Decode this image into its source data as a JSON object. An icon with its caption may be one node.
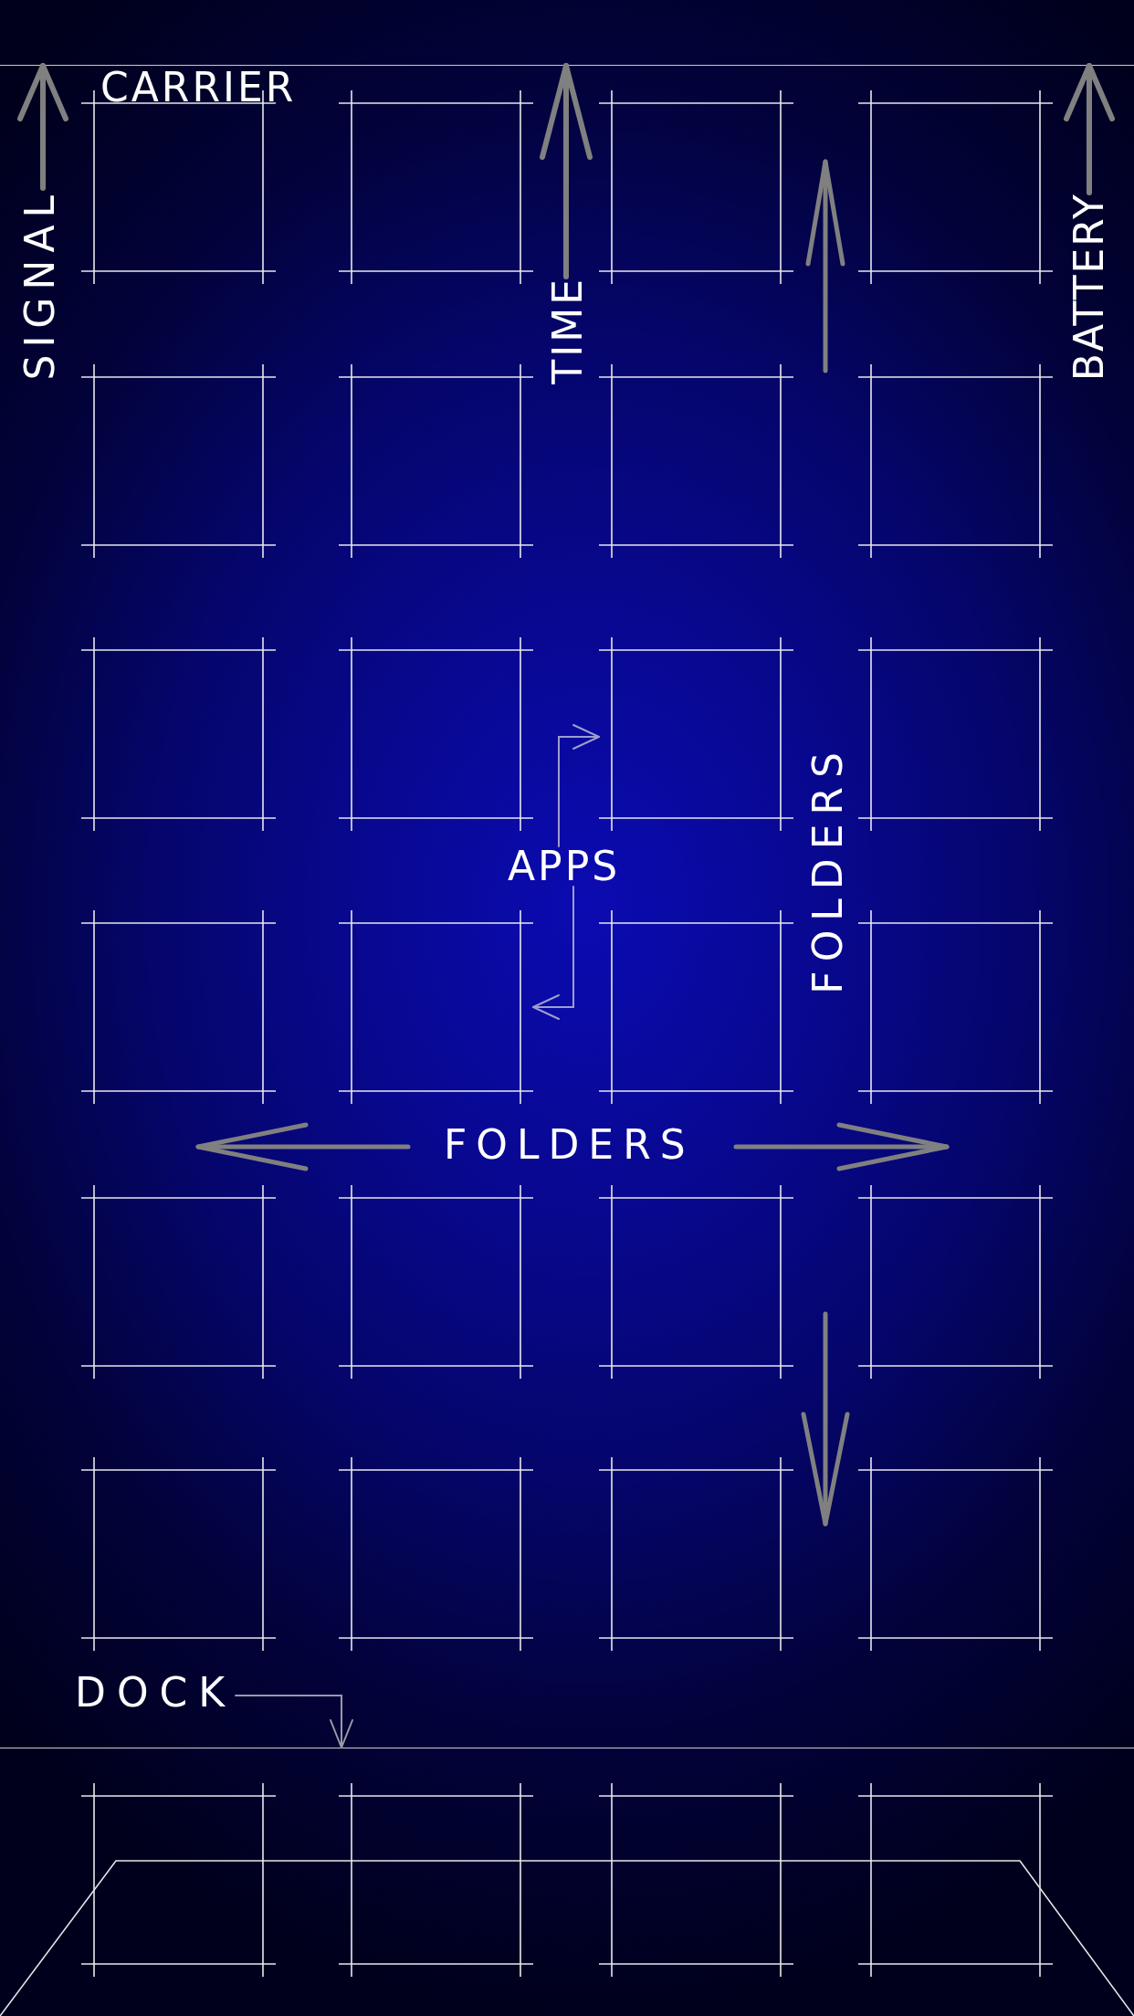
{
  "diagram": {
    "nodes": [
      {
        "text": [],
        "shape": "bar"
      },
      {
        "text": [
          "SIGNAL"
        ]
      },
      {
        "text": [
          "TIME"
        ]
      },
      {
        "text": [
          "BATTERY"
        ]
      },
      {
        "text": [],
        "shape": "box"
      },
      {
        "text": [],
        "shape": "box"
      },
      {
        "text": [],
        "shape": "box"
      },
      {
        "text": [],
        "shape": "box"
      },
      {
        "text": [],
        "shape": "box"
      },
      {
        "text": [],
        "shape": "box"
      },
      {
        "text": [],
        "shape": "box"
      },
      {
        "text": [],
        "shape": "box"
      },
      {
        "text": [],
        "shape": "box"
      },
      {
        "text": [],
        "shape": "box"
      },
      {
        "text": [],
        "shape": "box"
      },
      {
        "text": [],
        "shape": "box"
      },
      {
        "text": [
          "APPS"
        ]
      },
      {
        "text": [],
        "shape": "box"
      },
      {
        "text": [],
        "shape": "box"
      },
      {
        "text": [],
        "shape": "box"
      },
      {
        "text": [],
        "shape": "box"
      },
      {
        "text": [],
        "shape": "box"
      },
      {
        "text": [],
        "shape": "box"
      },
      {
        "text": [],
        "shape": "box"
      },
      {
        "text": [],
        "shape": "box"
      },
      {
        "text": [],
        "shape": "box"
      },
      {
        "text": [],
        "shape": "box"
      },
      {
        "text": [],
        "shape": "box"
      },
      {
        "text": [],
        "shape": "box"
      },
      {
        "text": [
          "DOCK"
        ]
      },
      {
        "text": [],
        "shape": "bar"
      },
      {
        "text": [],
        "shape": "box",
        "in": 30
      },
      {
        "text": [],
        "shape": "box",
        "in": 30
      },
      {
        "text": [],
        "shape": "box",
        "in": 30
      },
      {
        "text": [],
        "shape": "box",
        "in": 30
      }
    ],
    "edges": [
      {
        "from": 1,
        "to": 0,
        "arrow": "to",
        "style": "thick",
        "color": "#808080"
      },
      {
        "from": 2,
        "to": 0,
        "arrow": "to",
        "style": "thick",
        "color": "#808080"
      },
      {
        "from": 3,
        "to": 0,
        "arrow": "to",
        "style": "thick",
        "color": "#808080"
      },
      {
        "from": 16,
        "to": 14,
        "arrow": "to"
      },
      {
        "from": 16,
        "to": 18,
        "arrow": "to"
      },
      {
        "from": 29,
        "to": 30,
        "arrow": "to",
        "color": "#9a9aa6"
      }
    ],
    "labels": [
      "CARRIER",
      "FOLDERS",
      "FOLDERS"
    ]
  }
}
